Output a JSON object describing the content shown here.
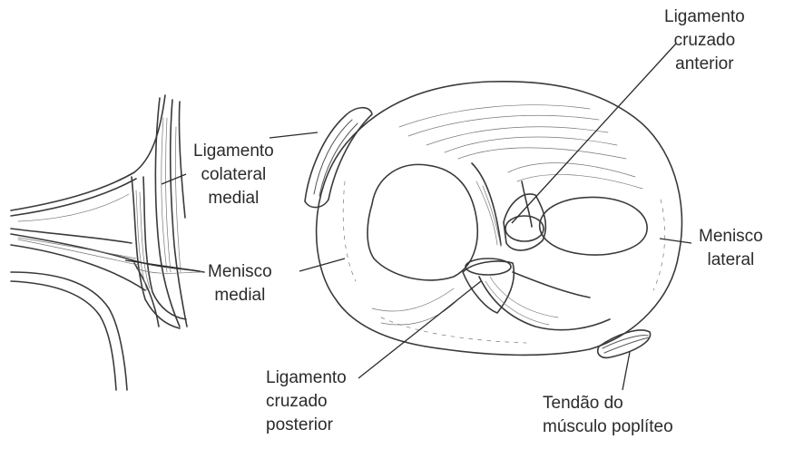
{
  "labels": {
    "lca": [
      "Ligamento",
      "cruzado",
      "anterior"
    ],
    "lcm": [
      "Ligamento",
      "colateral",
      "medial"
    ],
    "menisco_medial": [
      "Menisco",
      "medial"
    ],
    "menisco_lateral": [
      "Menisco",
      "lateral"
    ],
    "lcp": [
      "Ligamento",
      "cruzado",
      "posterior"
    ],
    "tendao": [
      "Tendão do",
      "músculo poplíteo"
    ]
  },
  "colors": {
    "ink": "#2b2b2b",
    "paper": "#ffffff"
  }
}
